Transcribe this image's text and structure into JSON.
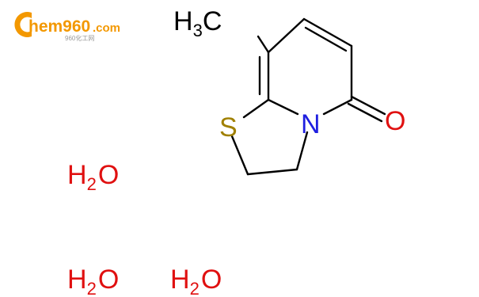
{
  "logo": {
    "brand_letter": "C",
    "brand_rest": "hem960",
    "brand_tld": ".com",
    "tagline": "960化工网",
    "color_orange": "#f39800",
    "color_gray": "#9a9a9a"
  },
  "molecule": {
    "methyl_label": {
      "main": "H",
      "sub": "3",
      "tail": "C"
    },
    "sulfur_label": "S",
    "nitrogen_label": "N",
    "oxygen_label": "O",
    "colors": {
      "bond": "#000000",
      "sulfur": "#a08000",
      "nitrogen": "#1f1fe0",
      "oxygen": "#e01010",
      "hydrate": "#e01010"
    }
  },
  "hydrates": [
    {
      "main": "H",
      "sub": "2",
      "tail": "O"
    },
    {
      "main": "H",
      "sub": "2",
      "tail": "O"
    },
    {
      "main": "H",
      "sub": "2",
      "tail": "O"
    }
  ]
}
